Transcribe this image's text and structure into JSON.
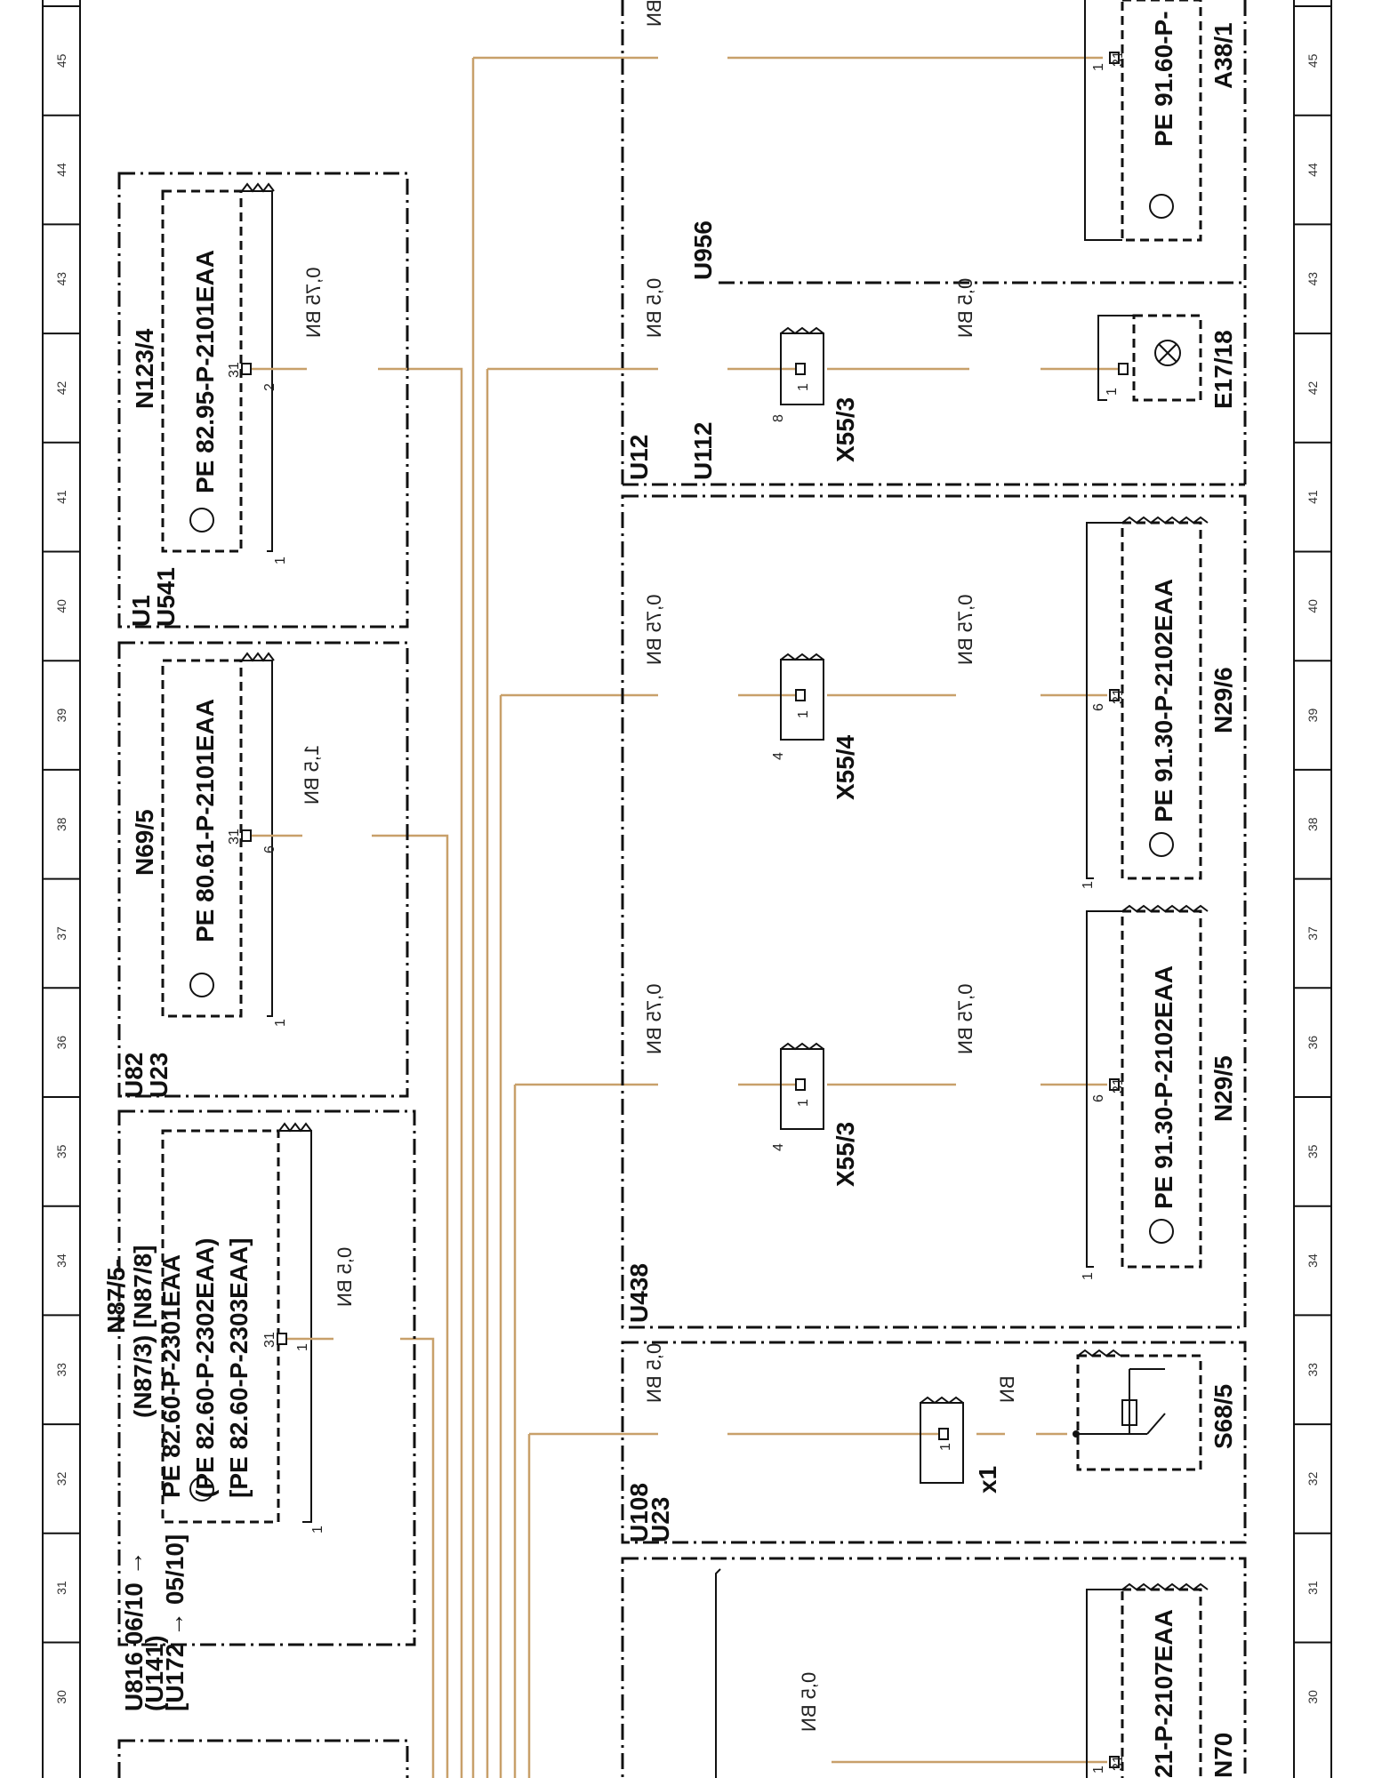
{
  "grid": {
    "numbers": [
      "45",
      "44",
      "43",
      "42",
      "41",
      "40",
      "39",
      "38",
      "37",
      "36",
      "35",
      "34",
      "33",
      "32",
      "31",
      "30"
    ]
  },
  "colors": {
    "wire": "#c8a06a",
    "ink": "#111111"
  },
  "left_column": {
    "u1": "U1",
    "u541": "U541",
    "n123_4": "N123/4",
    "n123_4_pe": "PE  82.95-P-2101EAA",
    "n123_4_pin2": "2",
    "n123_4_pin1": "1",
    "n123_4_pin31": "31",
    "n123_4_wire": "0,75 BN",
    "u82": "U82",
    "u23": "U23",
    "n69_5": "N69/5",
    "n69_5_pe": "PE  80.61-P-2101EAA",
    "n69_5_pin6": "6",
    "n69_5_pin1": "1",
    "n69_5_pin31": "31",
    "n69_5_wire": "1,5 BN",
    "u816": "U816  06/10 →",
    "u141": "(U141)",
    "u172": "[U172  → 05/10]",
    "n87_5": "N87/5-",
    "n87_3": "(N87/3) [N87/8]",
    "n87_pe1": "PE  82.60-P-2301EAA",
    "n87_pe2": "(PE  82.60-P-2302EAA)",
    "n87_pe3": "[PE  82.60-P-2303EAA]",
    "n87_pin1": "1",
    "n87_pin31": "31",
    "n87_pin1b": "1",
    "n87_wire": "0,5 BN"
  },
  "right_column": {
    "a38_1": "A38/1",
    "a38_1_pe": "PE  91.60-P-",
    "a38_1_pin1": "1",
    "a38_1_pin31": "31",
    "top_wire": "0,5 BN",
    "u956": "U956",
    "u12": "U12",
    "u112": "U112",
    "x55_3_top": "X55/3",
    "x55_3_top_pin8": "8",
    "x55_3_top_pin1": "1",
    "x55_3_top_wire_l": "0,5 BN",
    "x55_3_top_wire_r": "0,5 BN",
    "e17_18": "E17/18",
    "e17_18_pin1": "1",
    "x55_4": "X55/4",
    "x55_4_pin4": "4",
    "x55_4_pin1": "1",
    "x55_4_wire_l": "0,75 BN",
    "x55_4_wire_r": "0,75 BN",
    "n29_6": "N29/6",
    "n29_6_pe": "PE  91.30-P-2102EAA",
    "n29_6_pin6": "6",
    "n29_6_pin31": "31",
    "n29_6_pin1": "1",
    "x55_3_mid": "X55/3",
    "x55_3_mid_pin4": "4",
    "x55_3_mid_pin1": "1",
    "x55_3_mid_wire_l": "0,75 BN",
    "x55_3_mid_wire_r": "0,75 BN",
    "n29_5": "N29/5",
    "n29_5_pe": "PE  91.30-P-2102EAA",
    "n29_5_pin6": "6",
    "n29_5_pin31": "31",
    "n29_5_pin1": "1",
    "u438": "U438",
    "u108": "U108",
    "u23b": "U23",
    "x1": "x1",
    "x1_pin1": "1",
    "x1_wire_l": "0,5 BN",
    "x1_wire_r": "BN",
    "s68_5": "S68/5",
    "n70": "N70",
    "n70_pe": "21-P-2107EAA",
    "n70_pin1": "1",
    "n70_pin31": "31",
    "n70_wire": "0,5 BN"
  }
}
